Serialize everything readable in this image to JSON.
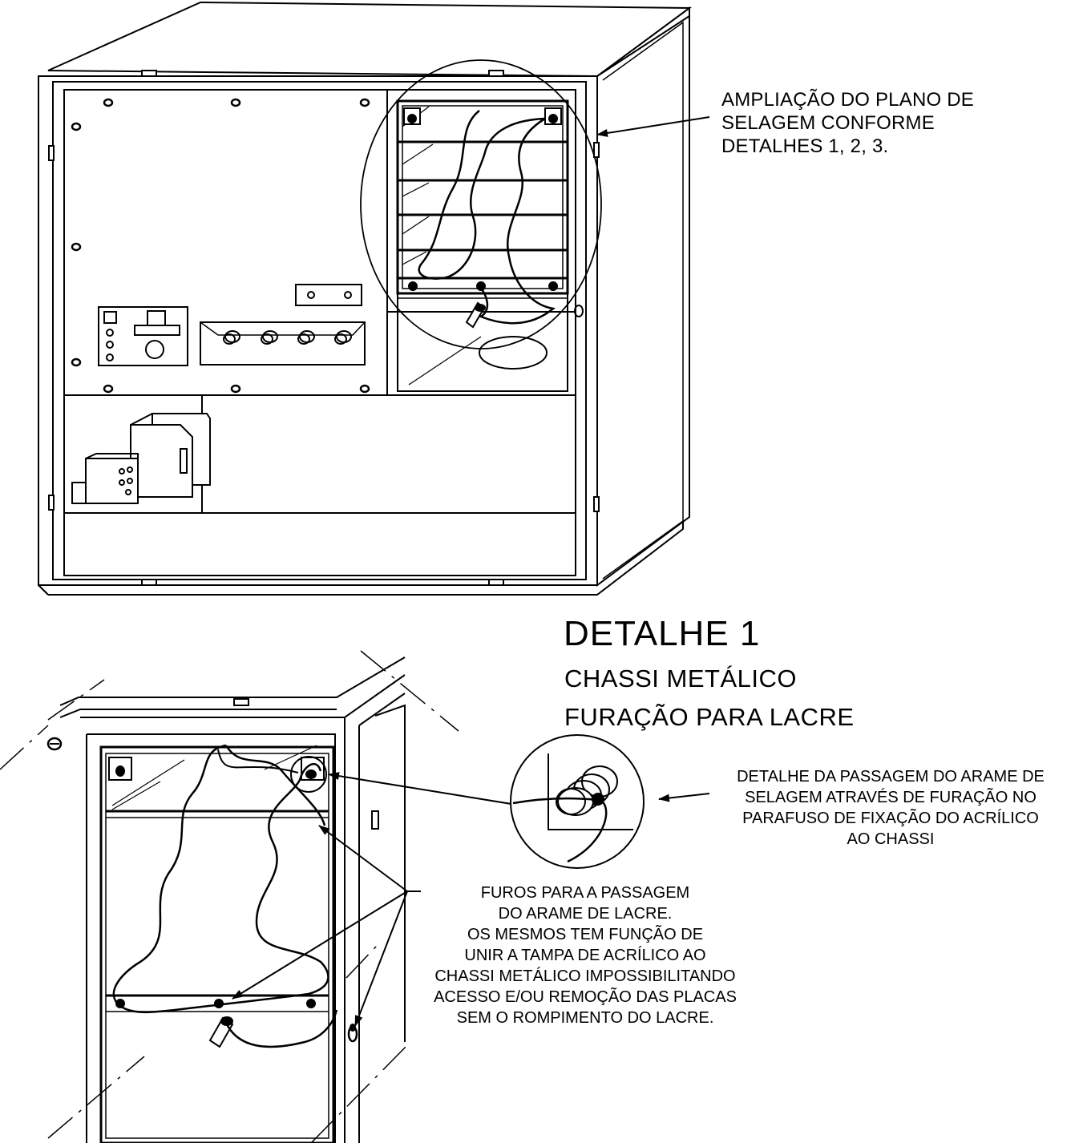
{
  "callout_top": {
    "lines": [
      "AMPLIAÇÃO DO PLANO DE",
      "SELAGEM CONFORME",
      "DETALHES 1, 2, 3."
    ]
  },
  "detail1": {
    "title": "DETALHE 1",
    "subtitle_lines": [
      "CHASSI METÁLICO",
      "FURAÇÃO PARA LACRE"
    ]
  },
  "callout_wire": {
    "lines": [
      "DETALHE DA PASSAGEM DO ARAME DE",
      "SELAGEM ATRAVÉS DE FURAÇÃO NO",
      "PARAFUSO DE FIXAÇÃO DO ACRÍLICO",
      "AO CHASSI"
    ]
  },
  "callout_holes": {
    "lines": [
      "FUROS PARA A PASSAGEM",
      "DO ARAME DE LACRE.",
      "OS MESMOS TEM FUNÇÃO DE",
      "UNIR A TAMPA DE ACRÍLICO AO",
      "CHASSI METÁLICO IMPOSSIBILITANDO",
      "ACESSO E/OU REMOÇÃO DAS PLACAS",
      "SEM O ROMPIMENTO DO LACRE."
    ]
  }
}
